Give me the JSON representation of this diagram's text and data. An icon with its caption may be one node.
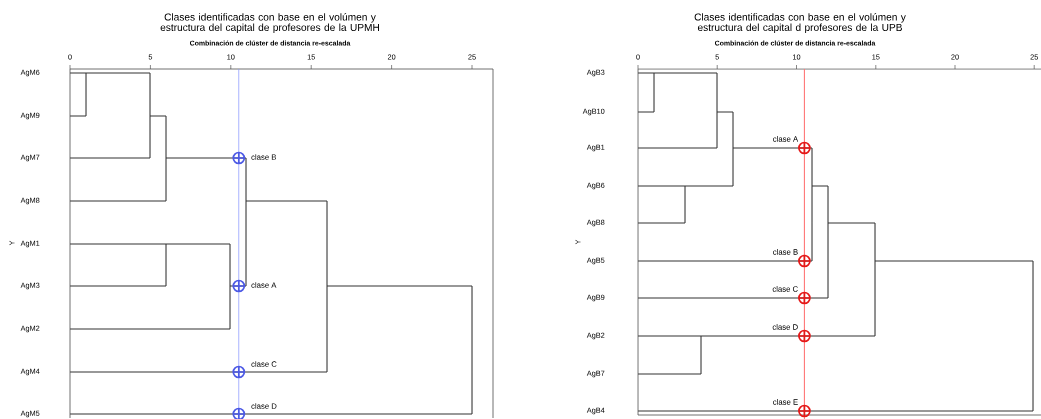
{
  "diagram": {
    "labels": [
      "Clases identificadas con base en el volúmen y estructura del capital de profesores de la UPMH",
      "Combinación de clúster de distancia re-escalada",
      "0",
      "5",
      "10",
      "15",
      "20",
      "25",
      "AgM6",
      "AgM9",
      "AgM7",
      "AgM8",
      "AgM1",
      "AgM3",
      "AgM2",
      "AgM4",
      "AgM5",
      "Y",
      "clase B",
      "clase A",
      "clase C",
      "clase D",
      "Clases identificadas con base en el volúmen y estructura del capital d profesores de la UPB",
      "Combinación de clúster de distancia re-escalada",
      "0",
      "5",
      "10",
      "15",
      "20",
      "25",
      "AgB3",
      "AgB10",
      "AgB1",
      "AgB6",
      "AgB8",
      "AgB5",
      "AgB9",
      "AgB2",
      "AgB7",
      "AgB4",
      "Y",
      "clase A",
      "clase B",
      "clase C",
      "clase D",
      "clase E"
    ]
  }
}
